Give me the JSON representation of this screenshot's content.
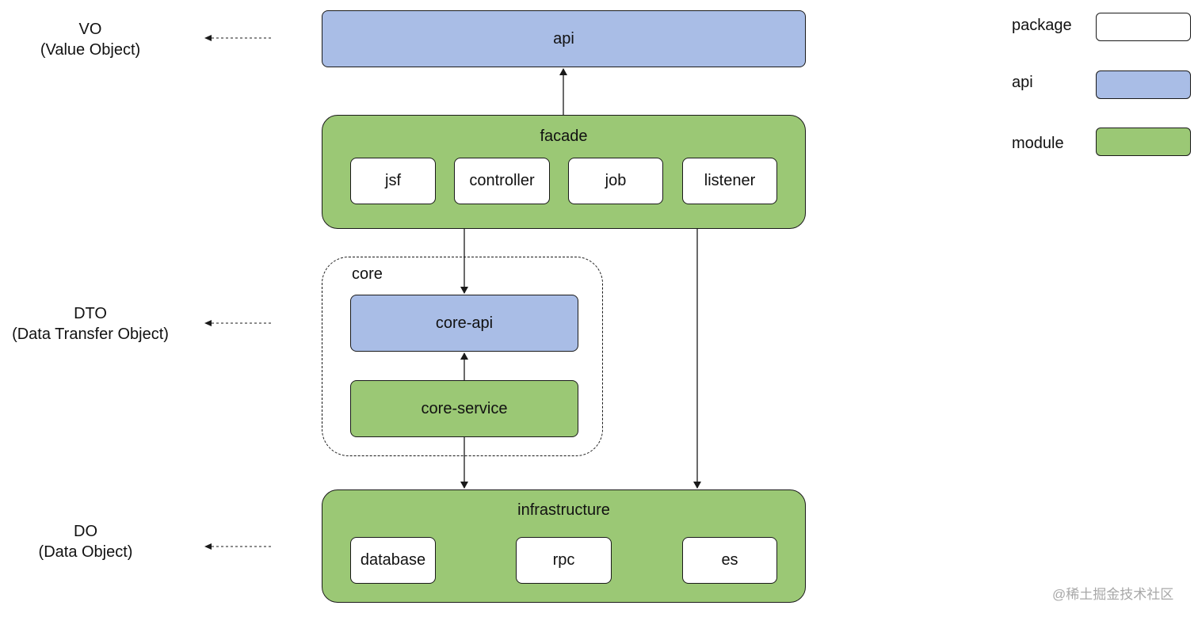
{
  "side_labels": {
    "vo": {
      "line1": "VO",
      "line2": "(Value Object)"
    },
    "dto": {
      "line1": "DTO",
      "line2": "(Data Transfer Object)"
    },
    "do": {
      "line1": "DO",
      "line2": "(Data Object)"
    }
  },
  "api": {
    "label": "api"
  },
  "facade": {
    "title": "facade",
    "packages": [
      "jsf",
      "controller",
      "job",
      "listener"
    ]
  },
  "core": {
    "title": "core",
    "core_api": "core-api",
    "core_service": "core-service"
  },
  "infrastructure": {
    "title": "infrastructure",
    "packages": [
      "database",
      "rpc",
      "es"
    ]
  },
  "legend": {
    "items": [
      {
        "label": "package",
        "color": "#ffffff"
      },
      {
        "label": "api",
        "color": "#a9bde6"
      },
      {
        "label": "module",
        "color": "#9bc875"
      }
    ]
  },
  "colors": {
    "api": "#a9bde6",
    "module": "#9bc875",
    "package": "#ffffff",
    "border": "#1a1a1a"
  },
  "watermark": "@稀土掘金技术社区"
}
